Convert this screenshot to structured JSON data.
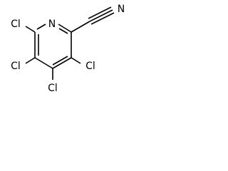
{
  "molecule": {
    "atoms": {
      "N1": "N",
      "N_nitrile": "N",
      "Cl_top_left": "Cl",
      "Cl_left": "Cl",
      "Cl_right": "Cl",
      "Cl_bottom": "Cl"
    },
    "colors": {
      "bond": "#000000",
      "label": "#000000",
      "background": "#ffffff"
    }
  }
}
